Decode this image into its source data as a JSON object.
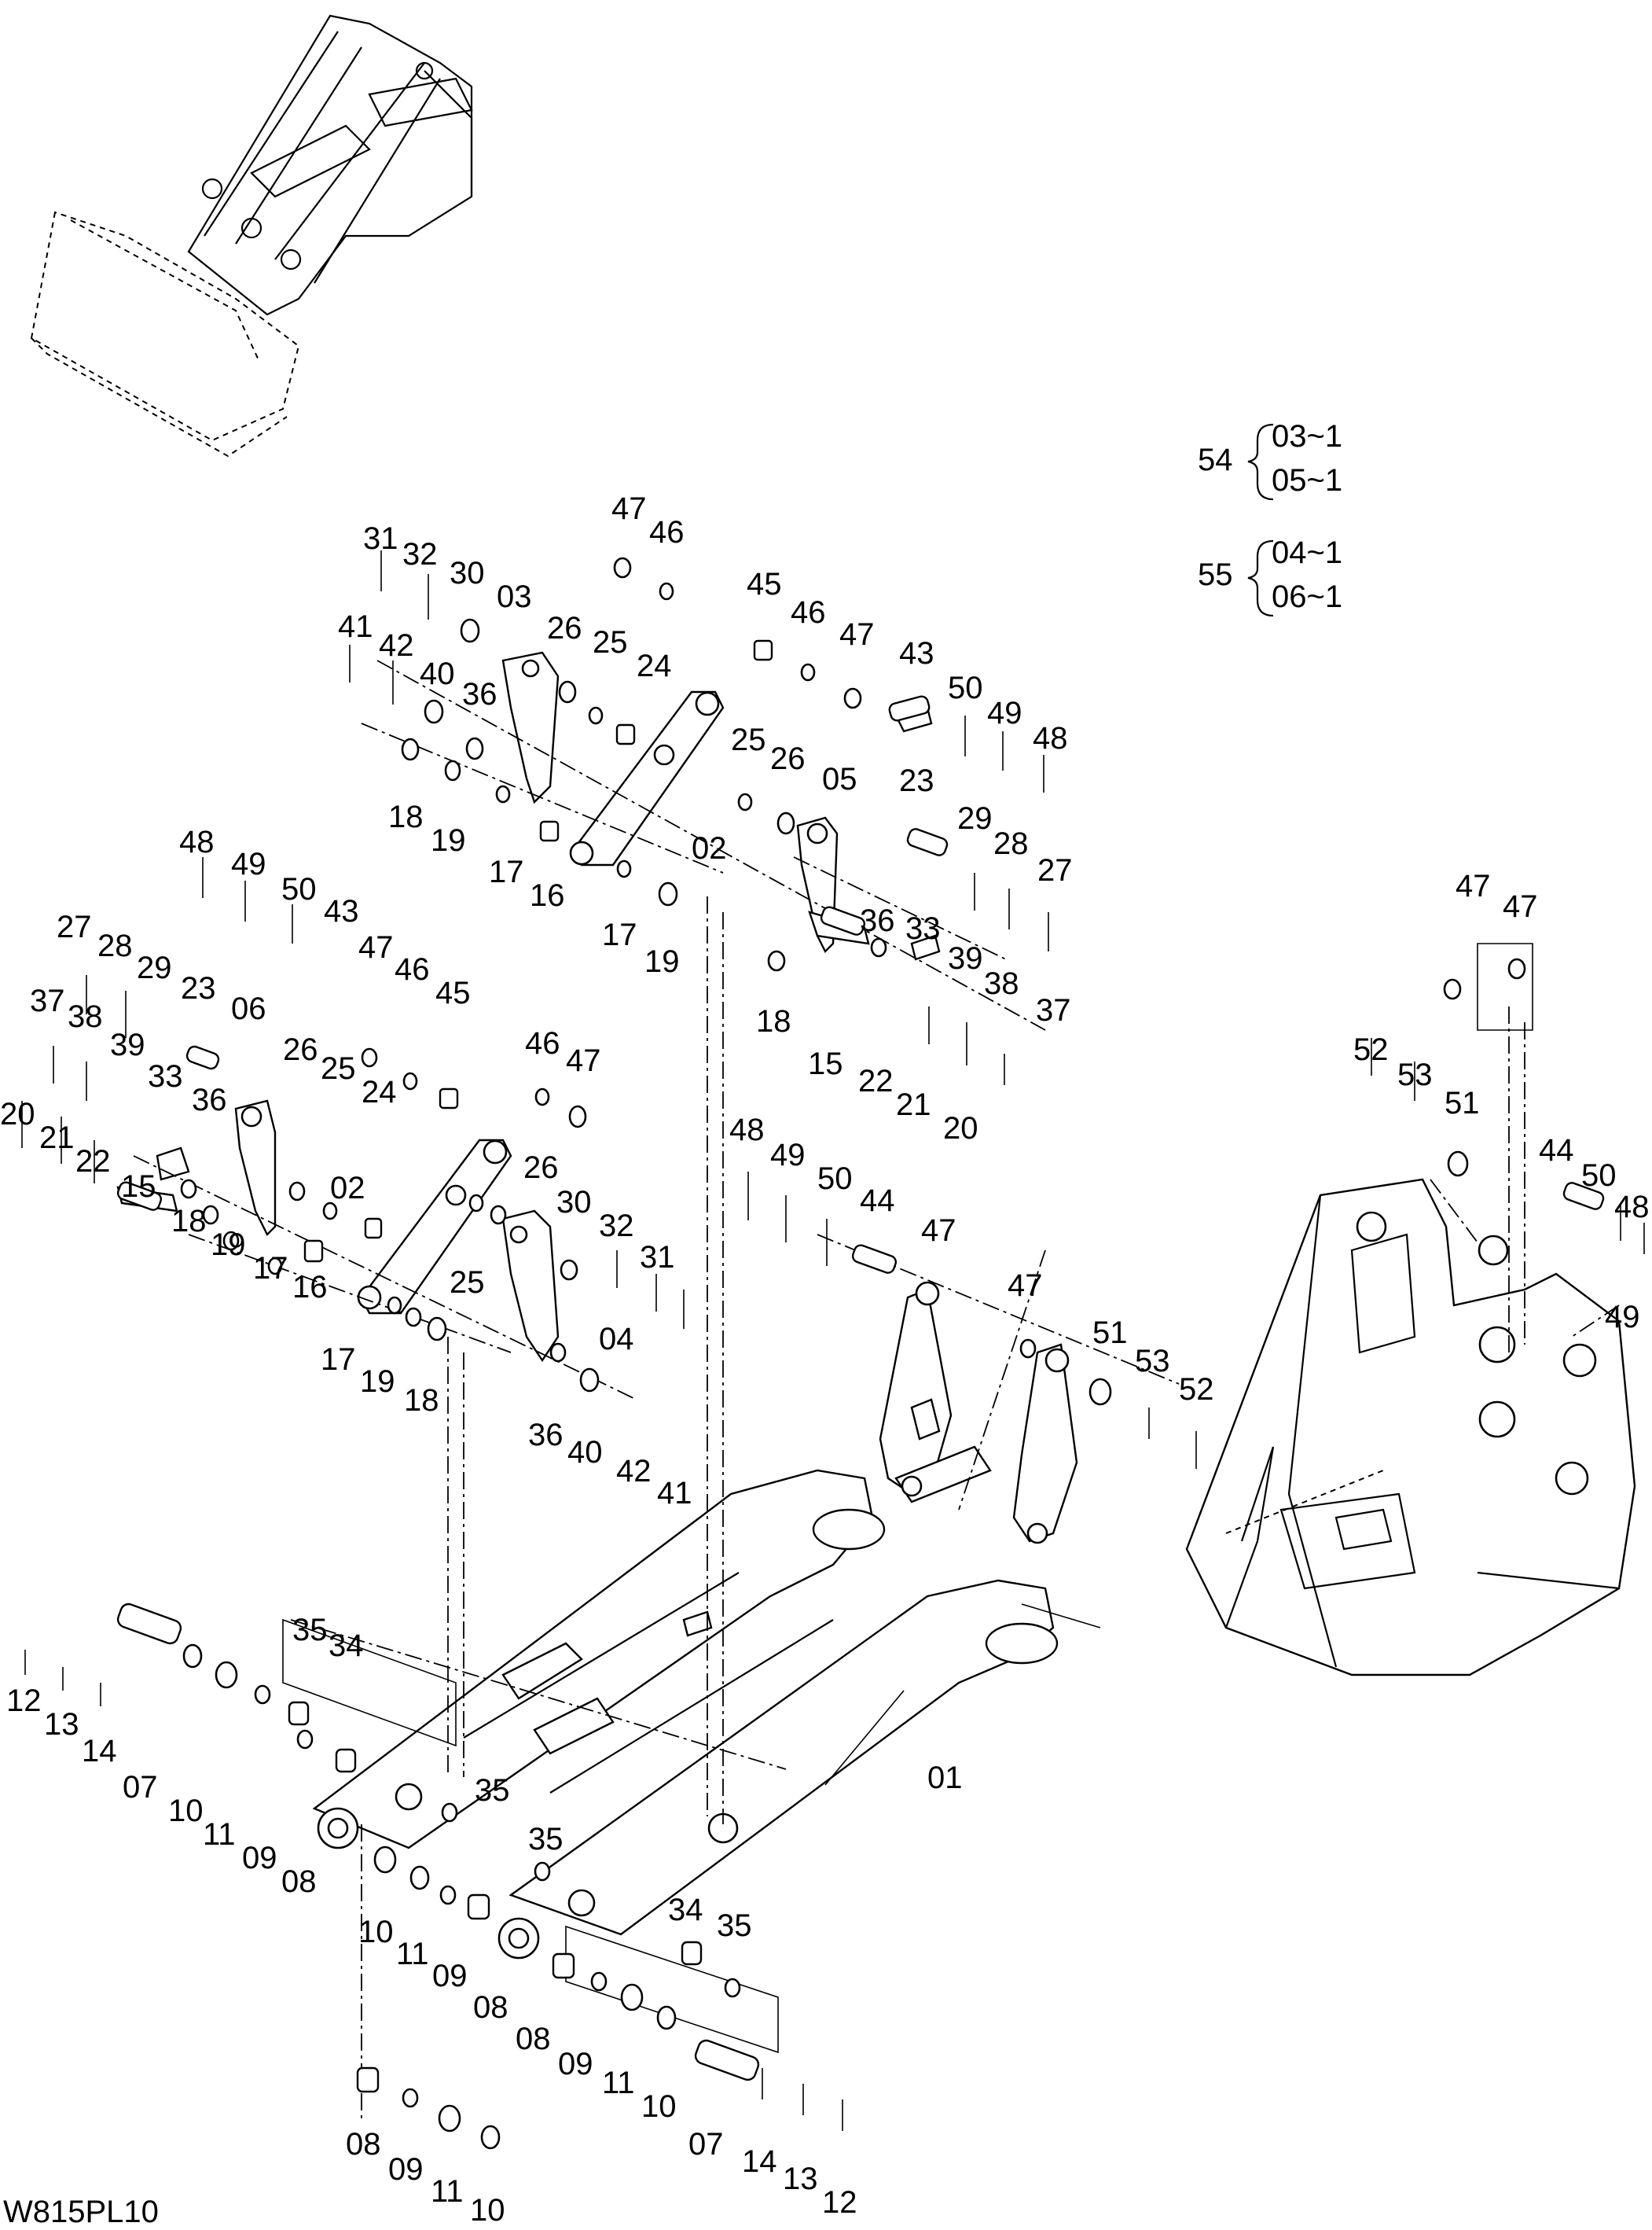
{
  "drawing_code": "W815PL10",
  "legend": [
    {
      "code": "54",
      "lines": [
        "03~1",
        "05~1"
      ]
    },
    {
      "code": "55",
      "lines": [
        "04~1",
        "06~1"
      ]
    }
  ],
  "callouts": [
    "47",
    "46",
    "31",
    "32",
    "30",
    "03",
    "26",
    "25",
    "24",
    "41",
    "42",
    "40",
    "36",
    "18",
    "19",
    "17",
    "16",
    "02",
    "45",
    "46",
    "47",
    "43",
    "50",
    "49",
    "48",
    "25",
    "26",
    "05",
    "23",
    "29",
    "28",
    "27",
    "17",
    "19",
    "18",
    "15",
    "36",
    "33",
    "39",
    "38",
    "37",
    "22",
    "21",
    "20",
    "48",
    "49",
    "50",
    "43",
    "47",
    "46",
    "45",
    "27",
    "28",
    "29",
    "23",
    "06",
    "26",
    "25",
    "24",
    "37",
    "38",
    "39",
    "33",
    "36",
    "20",
    "21",
    "22",
    "15",
    "18",
    "19",
    "17",
    "16",
    "46",
    "47",
    "02",
    "26",
    "25",
    "30",
    "32",
    "31",
    "17",
    "19",
    "18",
    "04",
    "36",
    "40",
    "42",
    "41",
    "48",
    "49",
    "50",
    "44",
    "47",
    "47",
    "51",
    "53",
    "52",
    "47",
    "47",
    "52",
    "53",
    "51",
    "44",
    "50",
    "48",
    "49",
    "12",
    "13",
    "14",
    "07",
    "10",
    "11",
    "09",
    "08",
    "35",
    "34",
    "35",
    "35",
    "01",
    "10",
    "11",
    "09",
    "08",
    "34",
    "35",
    "08",
    "09",
    "11",
    "10",
    "07",
    "14",
    "13",
    "12",
    "08",
    "09",
    "11",
    "10"
  ]
}
